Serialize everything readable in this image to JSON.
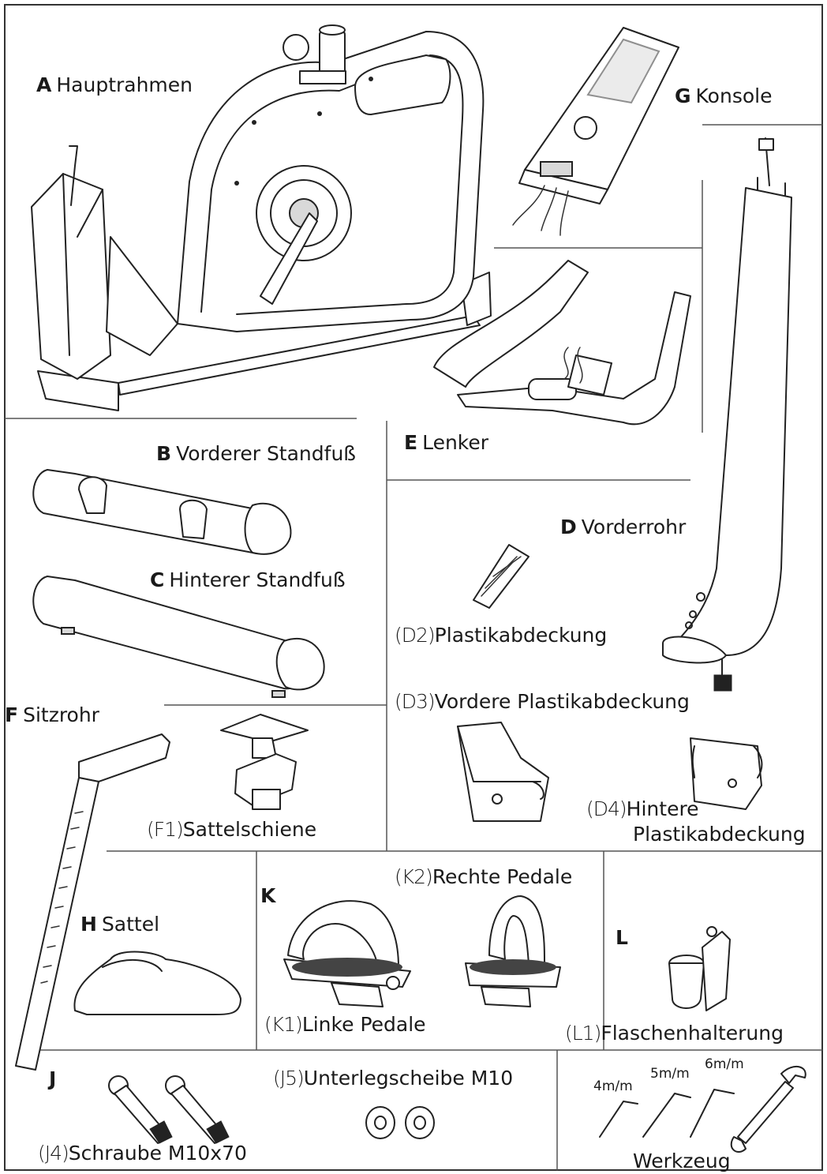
{
  "parts": {
    "A": {
      "letter": "A",
      "name": "Hauptrahmen"
    },
    "B": {
      "letter": "B",
      "name": "Vorderer Standfuß"
    },
    "C": {
      "letter": "C",
      "name": "Hinterer Standfuß"
    },
    "D": {
      "letter": "D",
      "name": "Vorderrohr"
    },
    "D2": {
      "code": "(D2)",
      "name": "Plastikabdeckung"
    },
    "D3": {
      "code": "(D3)",
      "name": "Vordere Plastikabdeckung"
    },
    "D4": {
      "code": "(D4)",
      "name_line1": "Hintere",
      "name_line2": "Plastikabdeckung"
    },
    "E": {
      "letter": "E",
      "name": "Lenker"
    },
    "F": {
      "letter": "F",
      "name": "Sitzrohr"
    },
    "F1": {
      "code": "(F1)",
      "name": "Sattelschiene"
    },
    "G": {
      "letter": "G",
      "name": "Konsole"
    },
    "H": {
      "letter": "H",
      "name": "Sattel"
    },
    "J": {
      "letter": "J"
    },
    "J4": {
      "code": "(J4)",
      "name": "Schraube M10x70"
    },
    "J5": {
      "code": "(J5)",
      "name": "Unterlegscheibe M10"
    },
    "K": {
      "letter": "K"
    },
    "K1": {
      "code": "(K1)",
      "name": "Linke Pedale"
    },
    "K2": {
      "code": "(K2)",
      "name": "Rechte Pedale"
    },
    "L": {
      "letter": "L"
    },
    "L1": {
      "code": "(L1)",
      "name": "Flaschenhalterung"
    }
  },
  "tools": {
    "title": "Werkzeug",
    "sizes": [
      "4m/m",
      "5m/m",
      "6m/m"
    ]
  }
}
